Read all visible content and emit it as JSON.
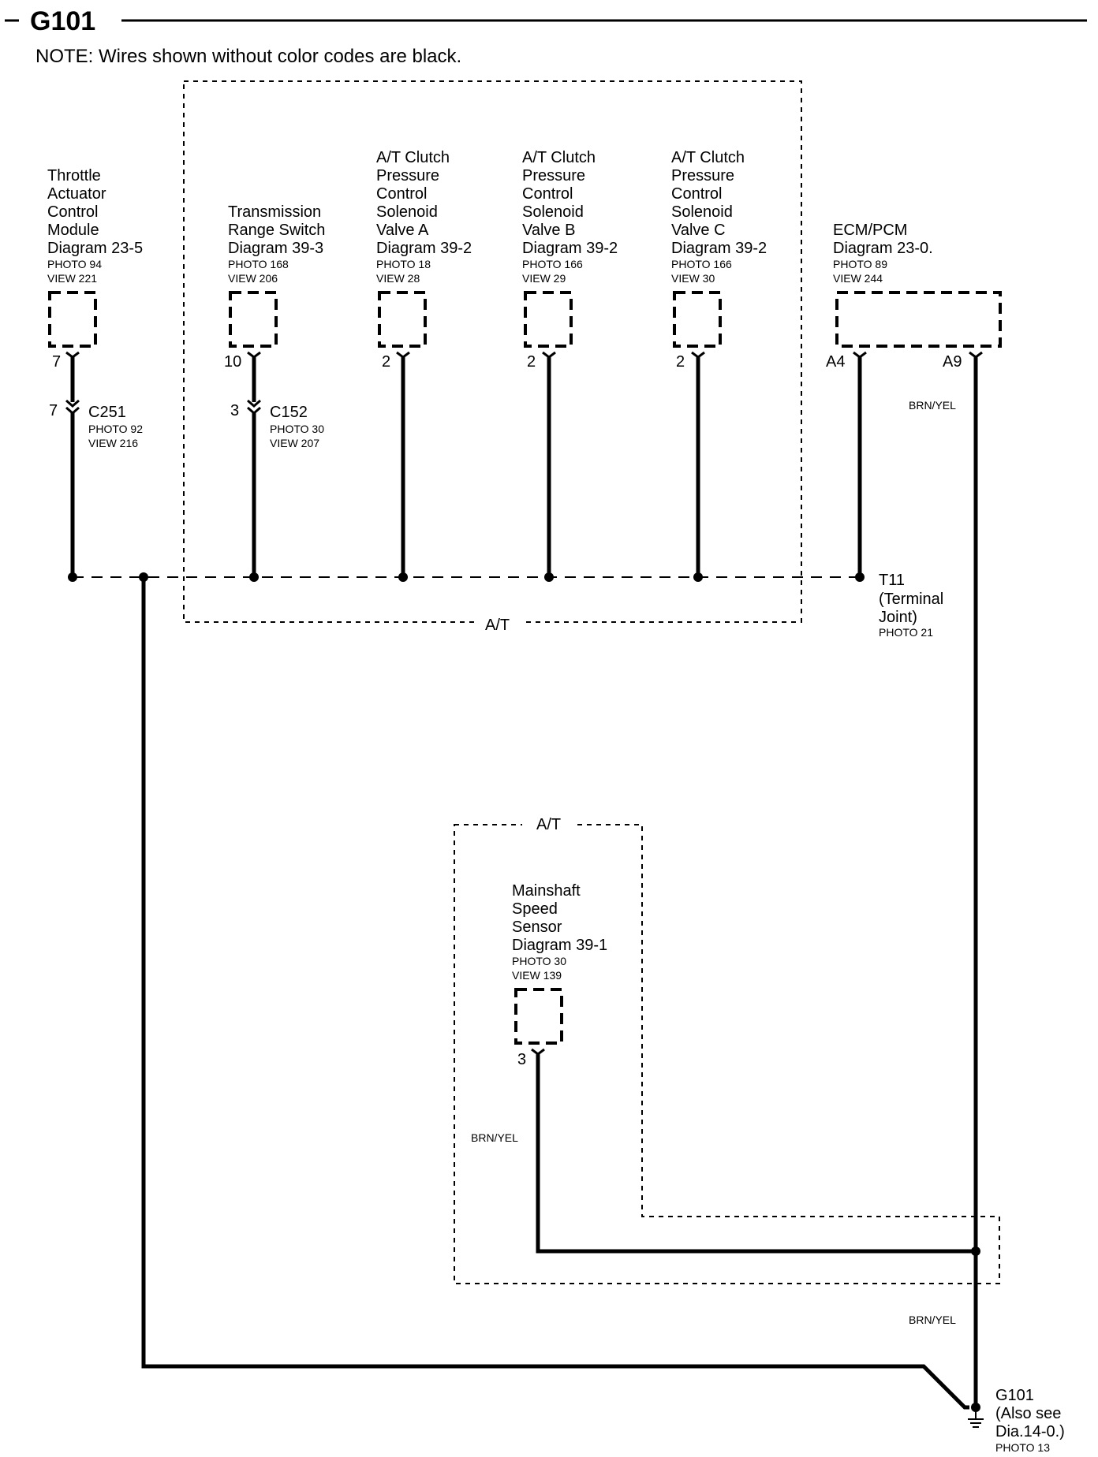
{
  "header": {
    "title": "G101",
    "note": "NOTE: Wires shown without color codes are black."
  },
  "components": {
    "throttle": {
      "lines": [
        "Throttle",
        "Actuator",
        "Control",
        "Module",
        "Diagram 23-5"
      ],
      "photo": "PHOTO 94",
      "view": "VIEW 221",
      "pin": "7"
    },
    "trs": {
      "lines": [
        "Transmission",
        "Range Switch",
        "Diagram 39-3"
      ],
      "photo": "PHOTO 168",
      "view": "VIEW 206",
      "pin": "10"
    },
    "valve_a": {
      "lines": [
        "A/T Clutch",
        "Pressure",
        "Control",
        "Solenoid",
        "Valve A",
        "Diagram 39-2"
      ],
      "photo": "PHOTO 18",
      "view": "VIEW 28",
      "pin": "2"
    },
    "valve_b": {
      "lines": [
        "A/T Clutch",
        "Pressure",
        "Control",
        "Solenoid",
        "Valve B",
        "Diagram 39-2"
      ],
      "photo": "PHOTO 166",
      "view": "VIEW 29",
      "pin": "2"
    },
    "valve_c": {
      "lines": [
        "A/T Clutch",
        "Pressure",
        "Control",
        "Solenoid",
        "Valve C",
        "Diagram 39-2"
      ],
      "photo": "PHOTO 166",
      "view": "VIEW 30",
      "pin": "2"
    },
    "ecm": {
      "lines": [
        "ECM/PCM",
        "Diagram 23-0."
      ],
      "photo": "PHOTO 89",
      "view": "VIEW 244",
      "pin_a4": "A4",
      "pin_a9": "A9"
    },
    "mainshaft": {
      "lines": [
        "Mainshaft",
        "Speed",
        "Sensor",
        "Diagram 39-1"
      ],
      "photo": "PHOTO 30",
      "view": "VIEW 139",
      "pin": "3"
    }
  },
  "connectors": {
    "c251": {
      "name": "C251",
      "pin": "7",
      "photo": "PHOTO 92",
      "view": "VIEW 216"
    },
    "c152": {
      "name": "C152",
      "pin": "3",
      "photo": "PHOTO 30",
      "view": "VIEW 207"
    }
  },
  "terminal_joint": {
    "lines": [
      "T11",
      "(Terminal",
      "Joint)"
    ],
    "photo": "PHOTO 21"
  },
  "ground": {
    "lines": [
      "G101",
      "(Also see",
      "Dia.14-0.)"
    ],
    "photo": "PHOTO 13"
  },
  "wire_colors": {
    "a9": "BRN/YEL",
    "sensor": "BRN/YEL",
    "ground": "BRN/YEL"
  },
  "regions": {
    "at_top": "A/T",
    "at_bottom": "A/T"
  }
}
